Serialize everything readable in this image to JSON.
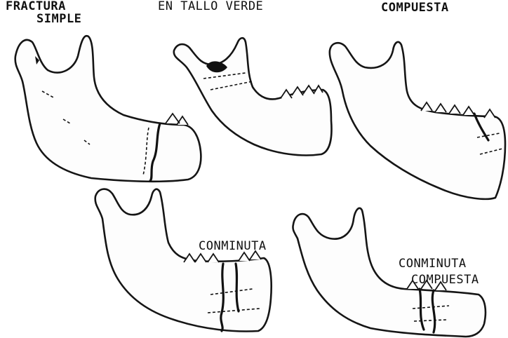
{
  "figure": {
    "panels": [
      {
        "id": "simple",
        "label_line1": "FRACTURA",
        "label_line2": "SIMPLE"
      },
      {
        "id": "green",
        "label": "EN TALLO VERDE"
      },
      {
        "id": "compound",
        "label": "COMPUESTA"
      },
      {
        "id": "comminuted",
        "label": "CONMINUTA"
      },
      {
        "id": "comminuted-compound",
        "label_line1": "CONMINUTA",
        "label_line2": "COMPUESTA"
      }
    ]
  }
}
